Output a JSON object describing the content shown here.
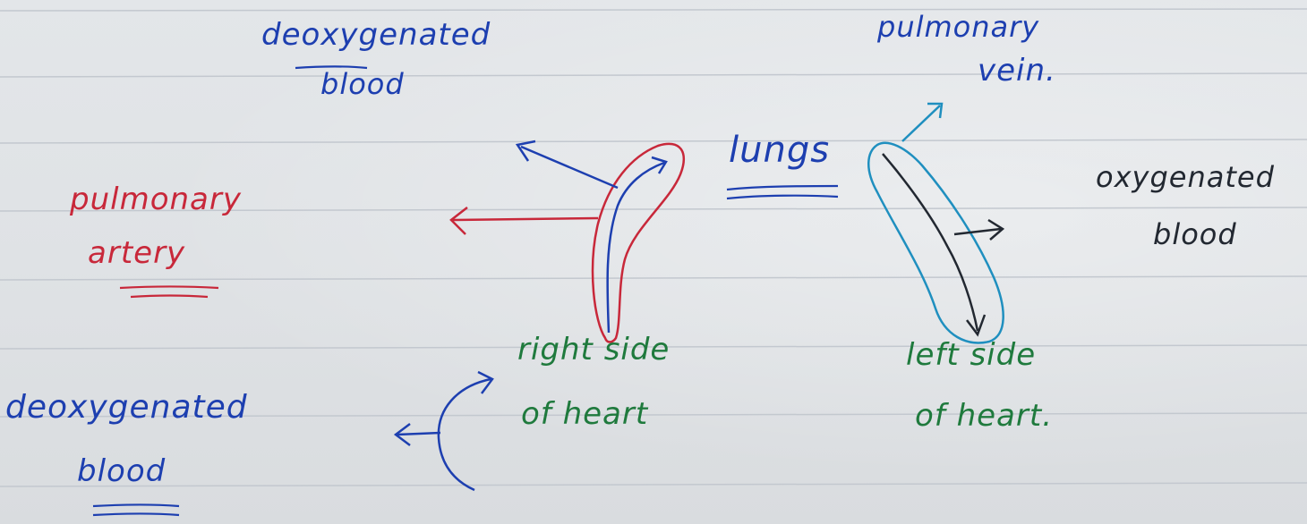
{
  "labels": {
    "deoxygenated_top_1": "deoxygenated",
    "deoxygenated_top_2": "blood",
    "pulmonary_vein_1": "pulmonary",
    "pulmonary_vein_2": "vein.",
    "lungs": "lungs",
    "oxygenated_1": "oxygenated",
    "oxygenated_2": "blood",
    "pulmonary_artery_1": "pulmonary",
    "pulmonary_artery_2": "artery",
    "right_side_1": "right side",
    "right_side_2": "of heart",
    "left_side_1": "left side",
    "left_side_2": "of heart.",
    "deoxygenated_bottom_1": "deoxygenated",
    "deoxygenated_bottom_2": "blood"
  },
  "colors": {
    "ink_blue": "#1d3fb0",
    "ink_red": "#c8283a",
    "ink_green": "#1f7a3d",
    "ink_black": "#222831",
    "ink_cyan": "#1f8fbf",
    "rule_line": "#c3c8cf"
  }
}
